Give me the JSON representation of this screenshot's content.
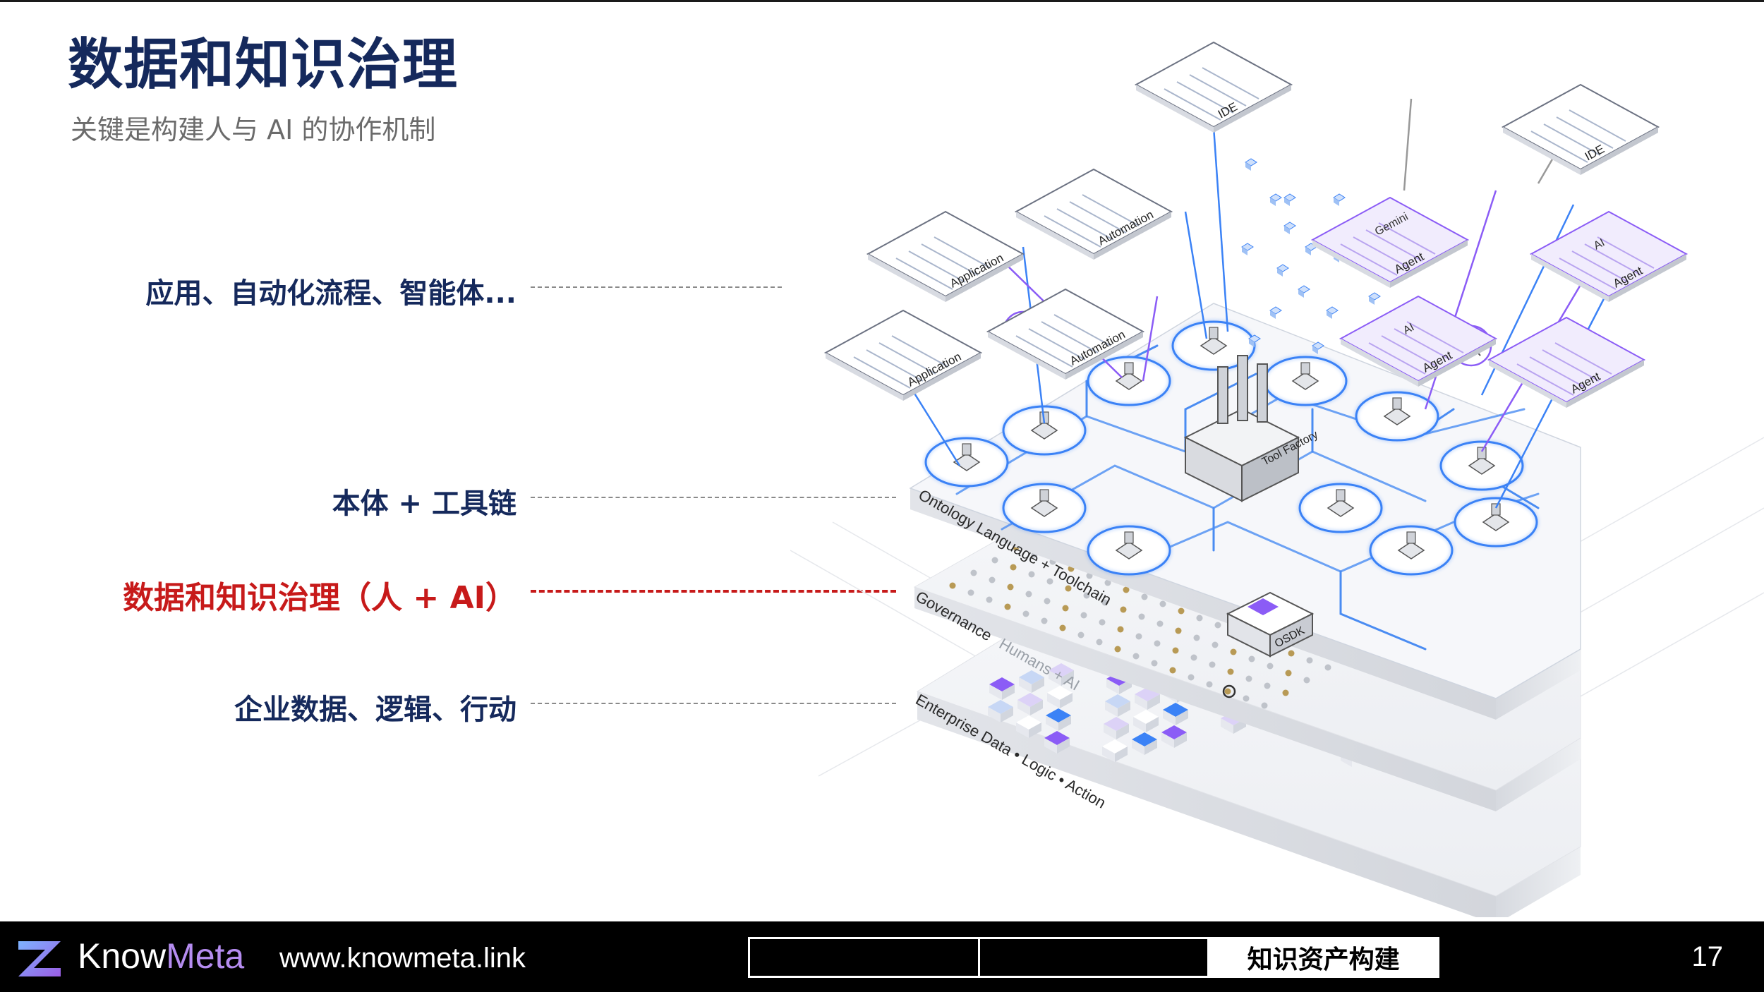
{
  "slide": {
    "title": "数据和知识治理",
    "subtitle": "关键是构建人与 AI 的协作机制"
  },
  "layers": [
    {
      "label": "应用、自动化流程、智能体...",
      "highlight": false
    },
    {
      "label": "本体 + 工具链",
      "highlight": false
    },
    {
      "label": "数据和知识治理（人 + AI）",
      "highlight": true
    },
    {
      "label": "企业数据、逻辑、行动",
      "highlight": false
    }
  ],
  "diagram": {
    "layer_captions": {
      "ontology": "Ontology Language + Toolchain",
      "governance": "Governance",
      "governance_sub": "Humans + AI",
      "enterprise": "Enterprise Data • Logic • Action"
    },
    "cards": {
      "ide": "IDE",
      "application": "Application",
      "automation": "Automation",
      "agent": "Agent",
      "gemini": "Gemini",
      "ai": "AI"
    },
    "center": {
      "tool_factory": "Tool Factory",
      "osdk": "OSDK"
    },
    "colors": {
      "accent": "#3b82f6",
      "violet": "#8b5cf6",
      "highlight": "#c71a1a",
      "title": "#15295c"
    }
  },
  "footer": {
    "brand_prefix": "Know",
    "brand_suffix": "Meta",
    "site": "www.knowmeta.link",
    "section_label": "知识资产构建",
    "page_number": "17"
  }
}
